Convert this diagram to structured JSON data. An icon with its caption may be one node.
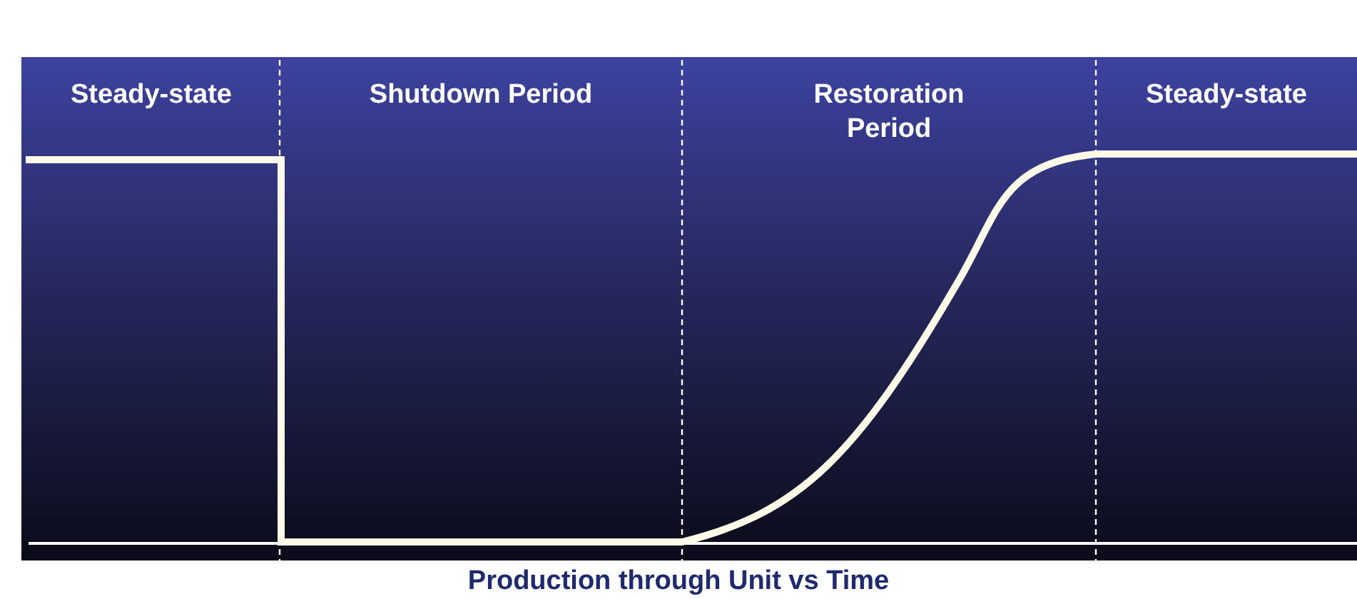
{
  "diagram": {
    "caption": "Production through Unit vs Time",
    "labels": [
      "Steady-state",
      "Shutdown Period",
      "Restoration Period",
      "Steady-state"
    ]
  }
}
